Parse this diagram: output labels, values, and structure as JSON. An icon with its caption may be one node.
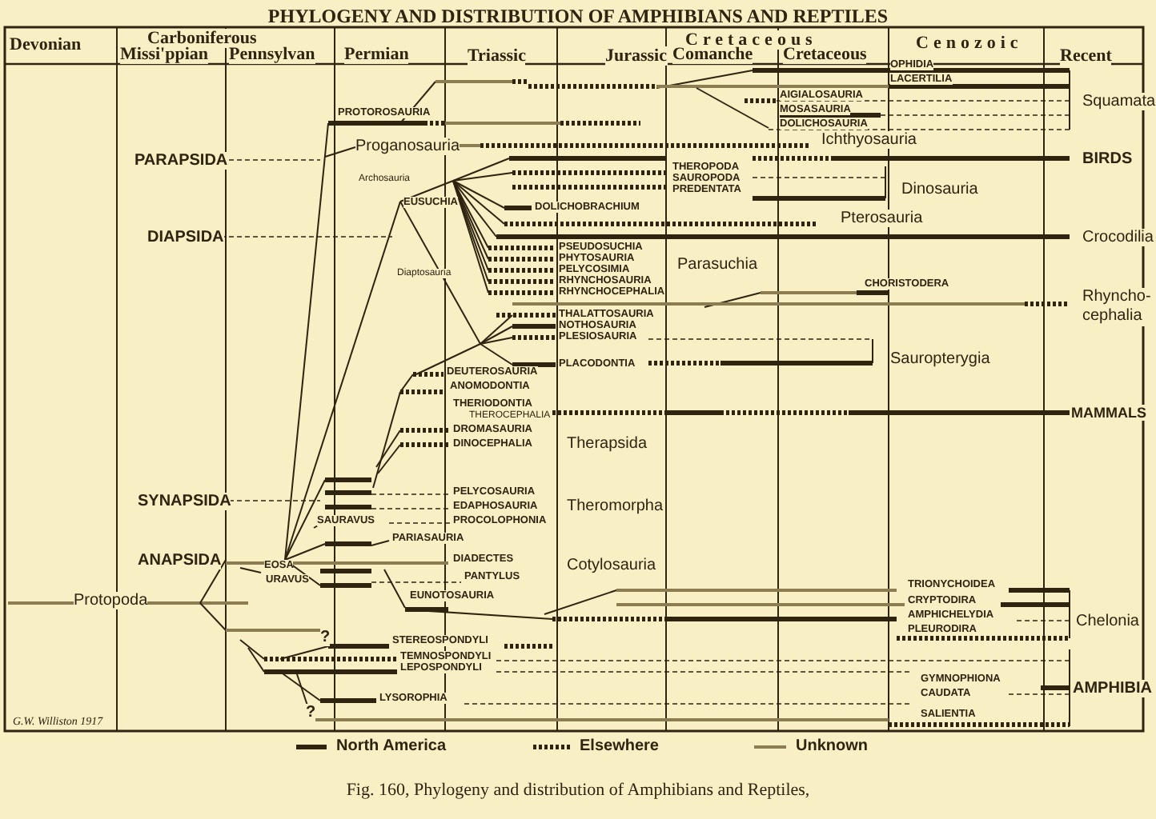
{
  "diagram": {
    "title": "PHYLOGENY AND DISTRIBUTION OF AMPHIBIANS AND REPTILES",
    "caption": "Fig. 160, Phylogeny and distribution of Amphibians and Reptiles,",
    "labels": [
      "Devonian",
      "Carboniferous",
      "Missi'ppian",
      "Pennsylvan",
      "Permian",
      "Triassic",
      "Jurassic",
      "Cretaceous",
      "Comanche",
      "Cretaceous",
      "Cenozoic",
      "Recent",
      "OPHIDIA",
      "LACERTILIA",
      "AIGIALOSAURIA",
      "MOSASAURIA",
      "Squamata",
      "PROTOROSAURIA",
      "DOLICHOSAURIA",
      "Ichthyosauria",
      "Proganosauria",
      "PARAPSIDA",
      "THEROPODA",
      "BIRDS",
      "Archosauria",
      "SAUROPODA",
      "Dinosauria",
      "PREDENTATA",
      "EUSUCHIA",
      "DOLICHOBRACHIUM",
      "Pterosauria",
      "DIAPSIDA",
      "Crocodilia",
      "PSEUDOSUCHIA",
      "PHYTOSAURIA",
      "Parasuchia",
      "PELYCOSIMIA",
      "Diaptosauria",
      "RHYNCHOSAURIA",
      "CHORISTODERA",
      "RHYNCHOCEPHALIA",
      "Rhyncho- cephalia",
      "THALATTOSAURIA",
      "NOTHOSAURIA",
      "PLESIOSAURIA",
      "Sauropterygia",
      "PLACODONTIA",
      "DEUTEROSAURIA",
      "ANOMODONTIA",
      "MAMMALS",
      "THERIODONTIA",
      "THEROCEPHALIA",
      "DROMASAURIA",
      "Therapsida",
      "DINOCEPHALIA",
      "PELYCOSAURIA",
      "SYNAPSIDA",
      "Theromorpha",
      "EDAPHOSAURIA",
      "SAURAVUS",
      "PROCOLOPHONIA",
      "PARIASAURIA",
      "ANAPSIDA",
      "DIADECTES",
      "Cotylosauria",
      "EOSA",
      "PANTYLUS",
      "URAVUS",
      "TRIONYCHOIDEA",
      "EUNOTOSAURIA",
      "Protopoda",
      "CRYPTODIRA",
      "AMPHICHELYDIA",
      "Chelonia",
      "PLEURODIRA",
      "?",
      "STEREOSPONDYLI",
      "TEMNOSPONDYLI",
      "LEPOSPONDYLI",
      "GYMNOPHIONA",
      "AMPHIBIA",
      "CAUDATA",
      "LYSOROPHIA",
      "?",
      "SALIENTIA",
      "G.W. Williston 1917"
    ],
    "legend": [
      {
        "text": "North America"
      },
      {
        "text": "Elsewhere"
      },
      {
        "text": "Unknown"
      }
    ]
  }
}
